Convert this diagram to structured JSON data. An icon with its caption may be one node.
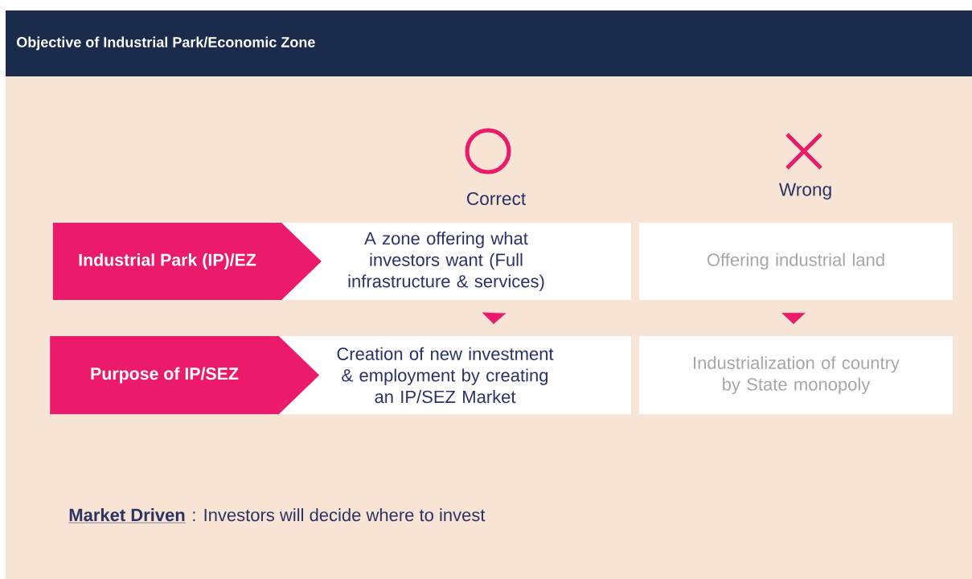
{
  "diagram": {
    "title": "Objective of Industrial Park/Economic Zone",
    "nodes": [
      {
        "text": [
          "Industrial Park (IP)/EZ"
        ]
      },
      {
        "text": [
          "A zone offering what investors want (Full infrastructure & services)"
        ]
      },
      {
        "text": [
          "Offering industrial land"
        ]
      },
      {
        "text": [
          "Purpose of IP/SEZ"
        ]
      },
      {
        "text": [
          "Creation of new investment & employment by creating an IP/SEZ Market"
        ]
      },
      {
        "text": [
          "Industrialization of country by State monopoly"
        ]
      }
    ],
    "edges": [
      {
        "from": 1,
        "to": 4,
        "arrow": "to"
      },
      {
        "from": 2,
        "to": 5,
        "arrow": "to"
      }
    ],
    "labels": [
      "Correct",
      "Wrong",
      "Market Driven",
      ": Investors will decide where to invest"
    ]
  }
}
